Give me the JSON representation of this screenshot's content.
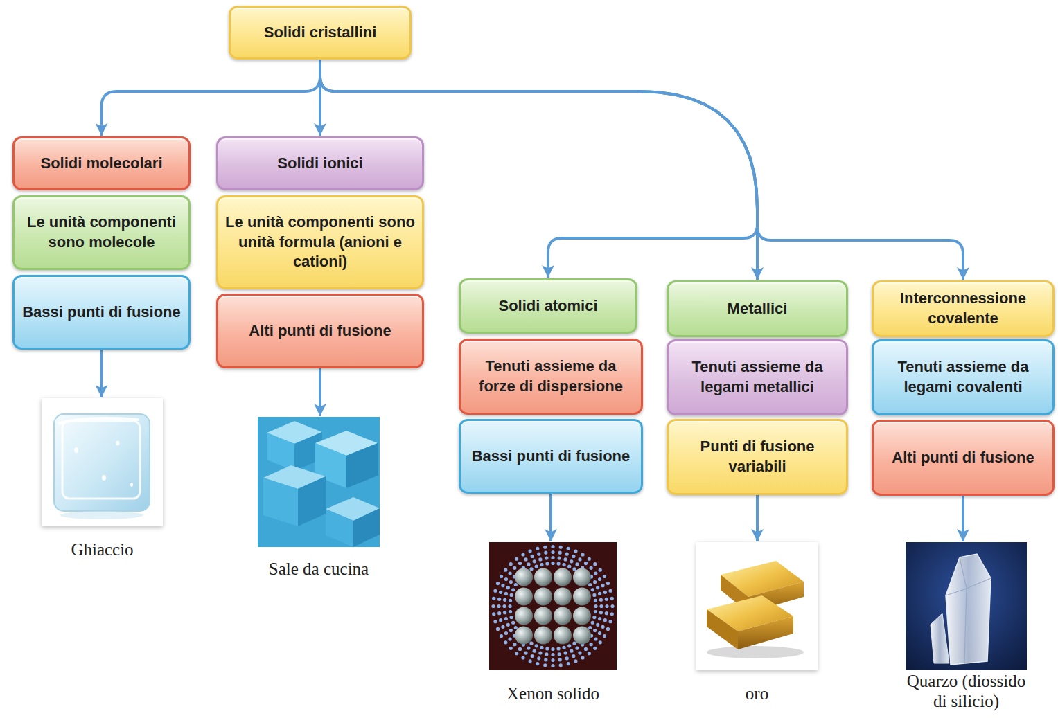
{
  "diagram": {
    "nodes": [
      {
        "text": [
          "Solidi cristallini"
        ]
      },
      {
        "text": [
          "Solidi molecolari"
        ]
      },
      {
        "text": [
          "Le unità componenti sono molecole"
        ]
      },
      {
        "text": [
          "Bassi punti di fusione"
        ]
      },
      {
        "text": [
          "Ghiaccio"
        ]
      },
      {
        "text": [
          "Solidi ionici"
        ]
      },
      {
        "text": [
          "Le unità componenti sono unità formula (anioni e cationi)"
        ]
      },
      {
        "text": [
          "Alti punti di fusione"
        ]
      },
      {
        "text": [
          "Sale da cucina"
        ]
      },
      {
        "text": [
          "Solidi atomici"
        ]
      },
      {
        "text": [
          "Tenuti assieme da forze di dispersione"
        ]
      },
      {
        "text": [
          "Bassi punti di fusione"
        ]
      },
      {
        "text": [
          "Xenon solido"
        ]
      },
      {
        "text": [
          "Metallici"
        ]
      },
      {
        "text": [
          "Tenuti assieme da legami metallici"
        ]
      },
      {
        "text": [
          "Punti di fusione variabili"
        ]
      },
      {
        "text": [
          "oro"
        ]
      },
      {
        "text": [
          "Interconnessione covalente"
        ]
      },
      {
        "text": [
          "Tenuti assieme da legami covalenti"
        ]
      },
      {
        "text": [
          "Alti punti di fusione"
        ]
      },
      {
        "text": [
          "Quarzo (diossido di silicio)"
        ]
      }
    ],
    "edges": [
      {
        "from": 0,
        "to": 1,
        "arrow": "to"
      },
      {
        "from": 0,
        "to": 5,
        "arrow": "to"
      },
      {
        "from": 0,
        "to": 9,
        "arrow": "to"
      },
      {
        "from": 0,
        "to": 13,
        "arrow": "to"
      },
      {
        "from": 0,
        "to": 17,
        "arrow": "to"
      },
      {
        "from": 3,
        "to": 4,
        "arrow": "to"
      },
      {
        "from": 7,
        "to": 8,
        "arrow": "to"
      },
      {
        "from": 11,
        "to": 12,
        "arrow": "to"
      },
      {
        "from": 15,
        "to": 16,
        "arrow": "to"
      },
      {
        "from": 19,
        "to": 20,
        "arrow": "to"
      }
    ]
  }
}
